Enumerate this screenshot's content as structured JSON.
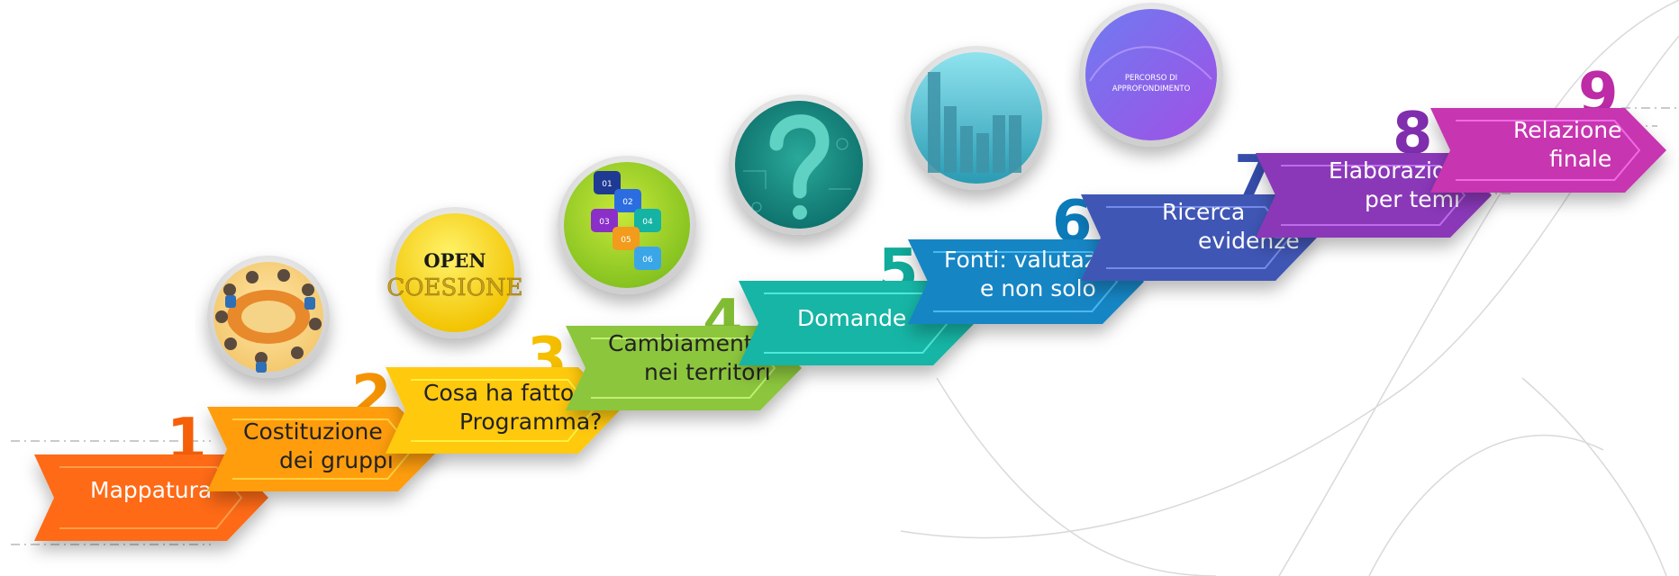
{
  "steps": [
    {
      "number": "1",
      "label_lines": [
        "Mappatura"
      ],
      "color": "#ff6a13",
      "dark": false
    },
    {
      "number": "2",
      "label_lines": [
        "Costituzione",
        "dei gruppi"
      ],
      "color": "#ff9d0a",
      "dark": true
    },
    {
      "number": "3",
      "label_lines": [
        "Cosa ha fatto il",
        "Programma?"
      ],
      "color": "#ffc90a",
      "dark": true
    },
    {
      "number": "4",
      "label_lines": [
        "Cambiamenti",
        "nei territori"
      ],
      "color": "#8cc63e",
      "dark": true
    },
    {
      "number": "5",
      "label_lines": [
        "Domande"
      ],
      "color": "#19b5a5",
      "dark": false
    },
    {
      "number": "6",
      "label_lines": [
        "Fonti: valutazioni",
        "e non solo"
      ],
      "color": "#1685c4",
      "dark": false
    },
    {
      "number": "7",
      "label_lines": [
        "Ricerca",
        "evidenze"
      ],
      "color": "#3f57b5",
      "dark": false
    },
    {
      "number": "8",
      "label_lines": [
        "Elaborazione",
        "per temi"
      ],
      "color": "#8a38b8",
      "dark": false
    },
    {
      "number": "9",
      "label_lines": [
        "Relazione",
        "finale"
      ],
      "color": "#c735b0",
      "dark": false
    }
  ],
  "circles": {
    "open_coesione": {
      "line1": "OPEN",
      "line2": "COESIONE"
    },
    "puzzle": {
      "pieces": [
        "01",
        "02",
        "03",
        "04",
        "05",
        "06"
      ]
    },
    "percorso": {
      "line1": "PERCORSO DI",
      "line2": "APPROFONDIMENTO"
    }
  }
}
